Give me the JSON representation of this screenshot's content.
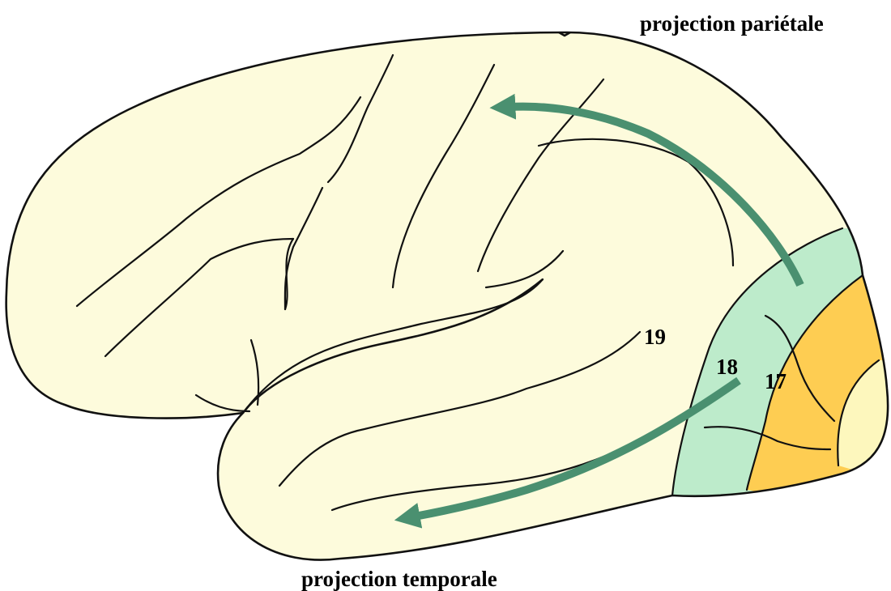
{
  "labels": {
    "parietal": "projection pariétale",
    "temporal": "projection temporale",
    "area_19": "19",
    "area_18": "18",
    "area_17": "17"
  },
  "colors": {
    "background": "#ffffff",
    "cortex": "#fdfbdc",
    "area_19_band": "#bdebcb",
    "area_17_band": "#fecd52",
    "occipital_pole": "#fdf7bd",
    "arrow": "#4a9070",
    "outline": "#111111"
  }
}
